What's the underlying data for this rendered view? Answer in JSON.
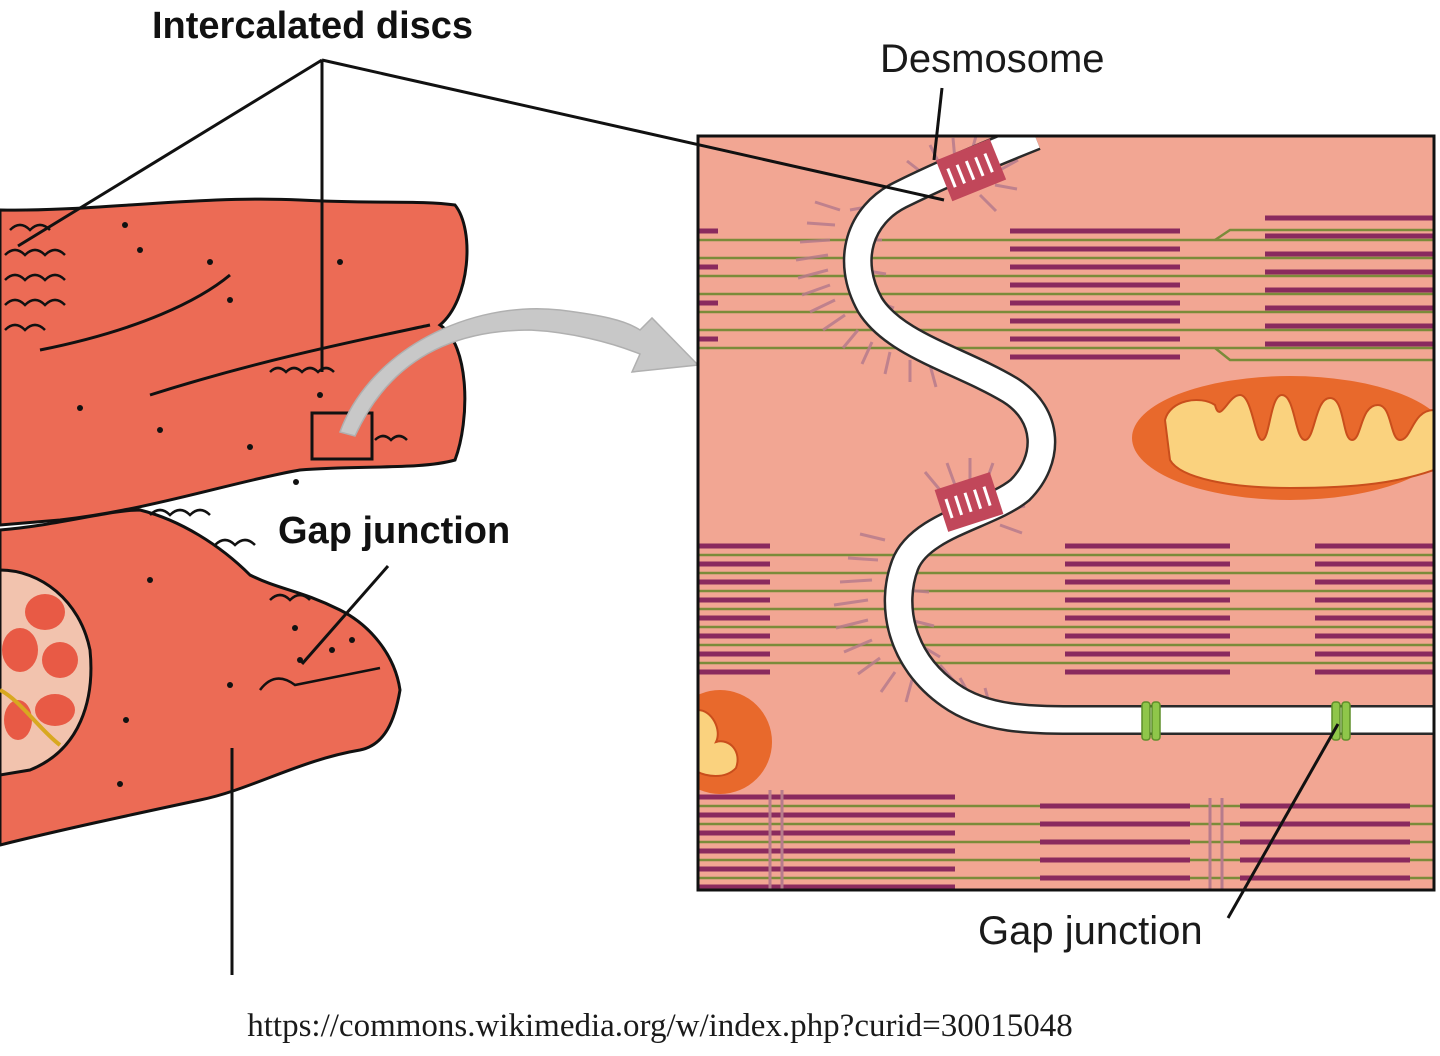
{
  "labels": {
    "intercalated_discs": "Intercalated discs",
    "desmosome": "Desmosome",
    "gap_junction_left": "Gap junction",
    "gap_junction_right": "Gap junction"
  },
  "source": {
    "url": "https://commons.wikimedia.org/w/index.php?curid=30015048"
  },
  "colors": {
    "cell_red": "#ec6b55",
    "cell_outline": "#111111",
    "panel_bg": "#f2a693",
    "actin_green": "#7b8b3a",
    "myosin_purple": "#8a2a5e",
    "membrane_white": "#ffffff",
    "desmosome_pink": "#b77b8c",
    "mitochondria_orange": "#e8692c",
    "mitochondria_yellow": "#fad27e",
    "gap_junction_green": "#8fc64a",
    "arrow_grey": "#c8c8c8"
  },
  "icons": {
    "arrow": "curved-arrow-icon"
  }
}
